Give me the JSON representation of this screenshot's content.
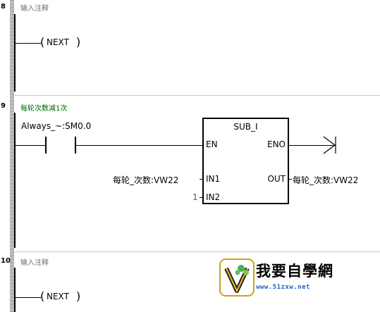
{
  "networks": [
    {
      "number": "8",
      "comment": "输入注释",
      "coil": "NEXT"
    },
    {
      "number": "9",
      "comment": "每轮次数减1次",
      "contact_label": "Always_~:SM0.0",
      "block": {
        "title": "SUB_I",
        "en": "EN",
        "eno": "ENO",
        "in1": "IN1",
        "in2": "IN2",
        "out": "OUT",
        "in1_operand": "每轮_次数:VW22",
        "in2_operand": "1",
        "out_operand": "每轮_次数:VW22"
      }
    },
    {
      "number": "10",
      "comment": "输入注释",
      "coil": "NEXT"
    }
  ],
  "logo": {
    "title": "我要自學網",
    "url": "www.51zxw.net"
  },
  "colors": {
    "comment_gray": "#707070",
    "comment_green": "#006400",
    "constant_green": "#2e7d32",
    "logo_url": "#1565c0"
  }
}
